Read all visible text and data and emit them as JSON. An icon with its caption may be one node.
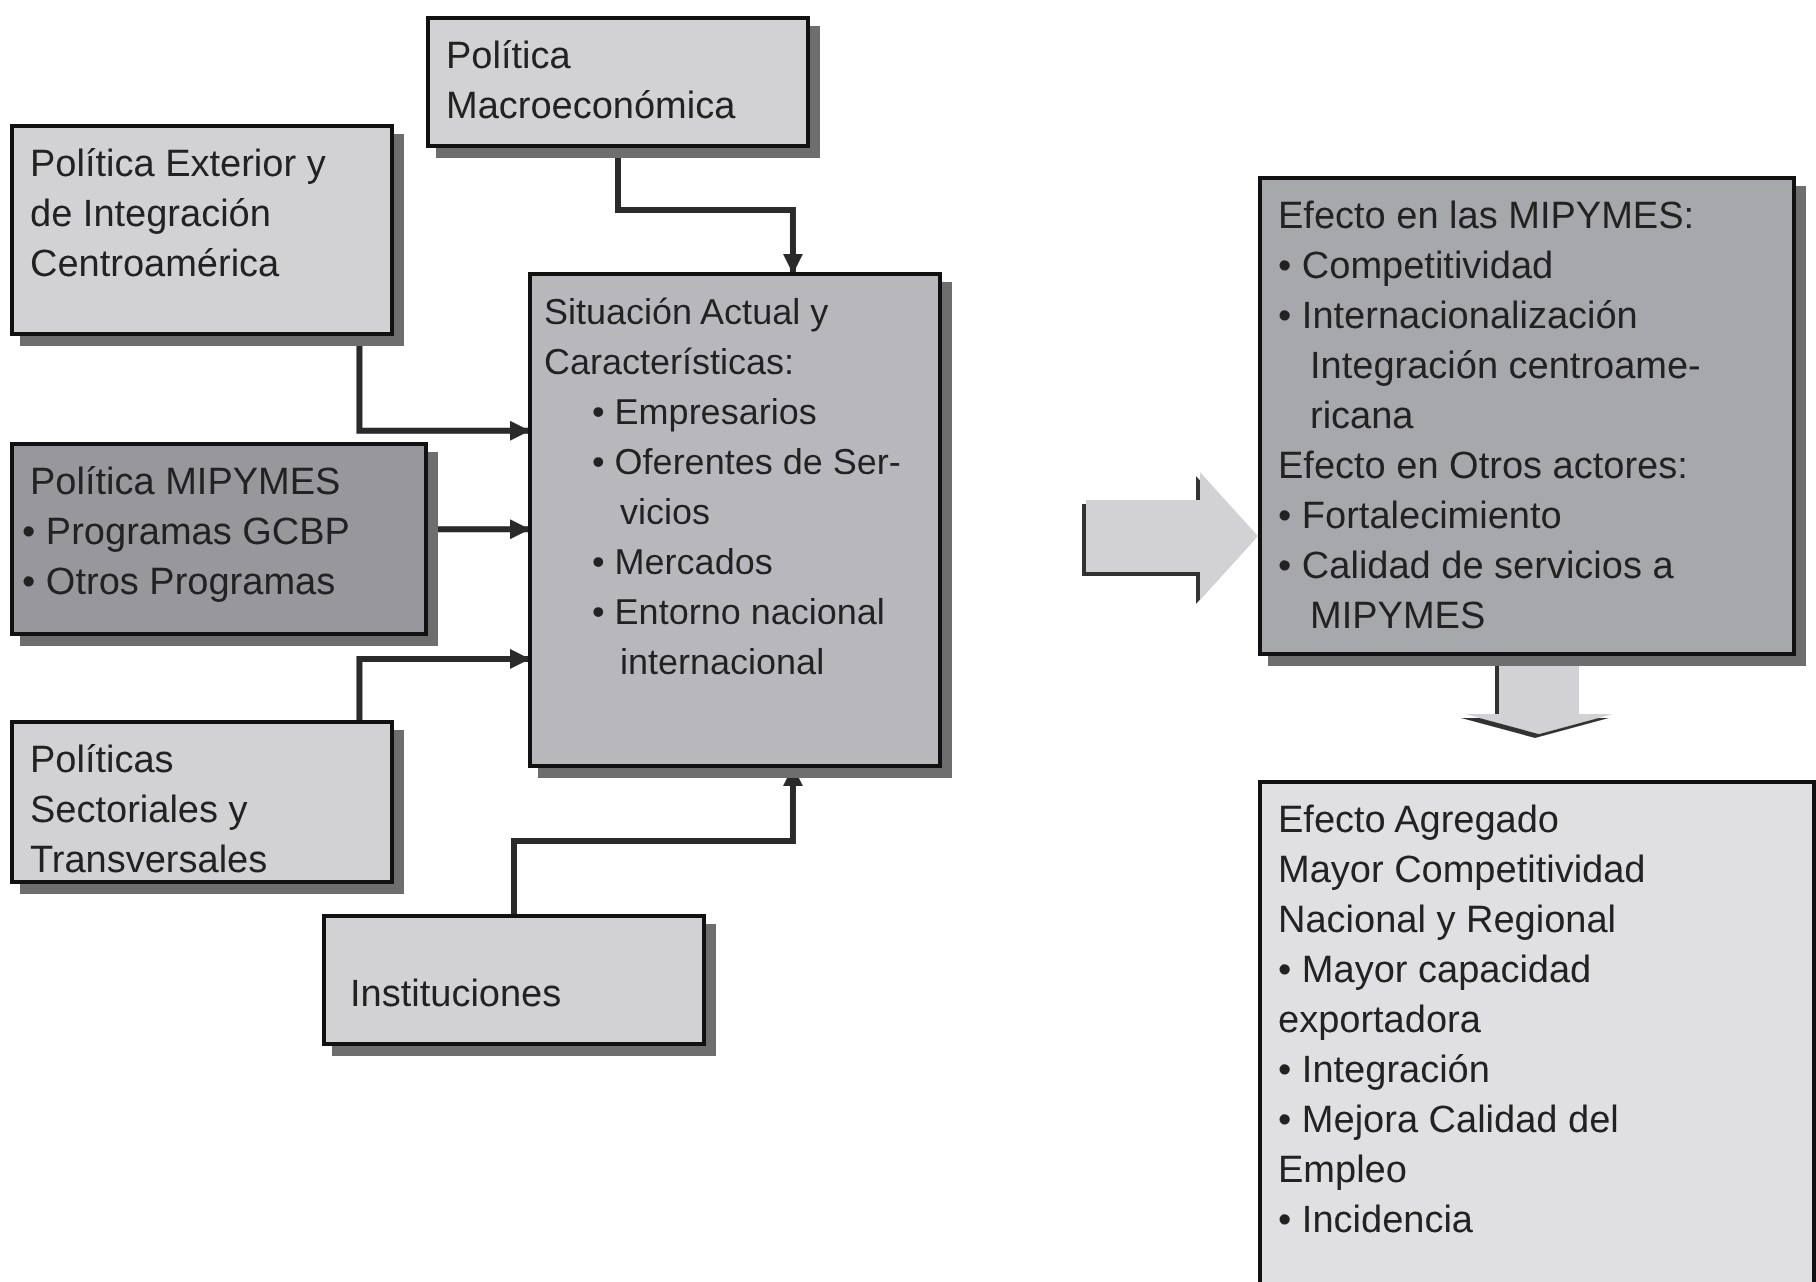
{
  "diagram": {
    "nodes": [
      {
        "text": [
          "Política Macroeconómica"
        ]
      },
      {
        "text": [
          "Política Exterior y de Integración Centroamérica"
        ]
      },
      {
        "text": [
          "Política MIPYMES",
          "• Programas GCBP",
          "• Otros Programas"
        ]
      },
      {
        "text": [
          "Políticas Sectoriales y Transversales"
        ]
      },
      {
        "text": [
          "Instituciones"
        ]
      },
      {
        "text": [
          "Situación Actual y Características:",
          "• Empresarios",
          "• Oferentes de Ser- vicios",
          "• Mercados",
          "• Entorno nacional internacional"
        ]
      },
      {
        "text": [
          "Efecto en las MIPYMES:",
          "• Competitividad",
          "• Internacionalización Integración centroame- ricana",
          "Efecto en Otros actores:",
          "• Fortalecimiento",
          "• Calidad de servicios a MIPYMES"
        ]
      },
      {
        "text": [
          "Efecto Agregado",
          "Mayor Competitividad Nacional y Regional",
          "• Mayor capacidad exportadora",
          "• Integración",
          "• Mejora Calidad del Empleo",
          "• Incidencia"
        ]
      }
    ],
    "edges": [
      {
        "from": 0,
        "to": 5,
        "arrow": "to"
      },
      {
        "from": 1,
        "to": 5,
        "arrow": "to"
      },
      {
        "from": 2,
        "to": 5,
        "arrow": "to"
      },
      {
        "from": 3,
        "to": 5,
        "arrow": "to"
      },
      {
        "from": 4,
        "to": 5,
        "arrow": "to"
      },
      {
        "from": 5,
        "to": 6,
        "arrow": "to",
        "style": "thick"
      },
      {
        "from": 6,
        "to": 7,
        "arrow": "to",
        "style": "thick"
      }
    ]
  }
}
